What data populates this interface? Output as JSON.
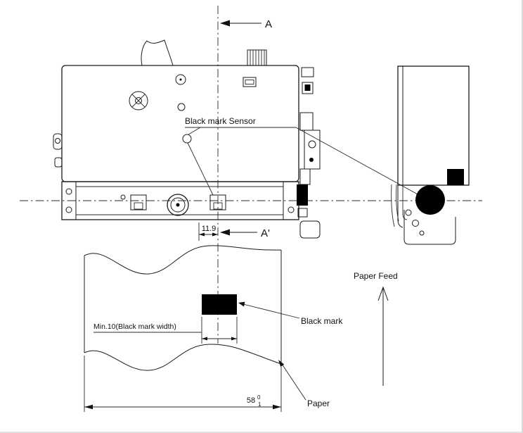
{
  "page": {
    "background": "#ffffff",
    "edge_border_color": "#d9d9d9"
  },
  "colors": {
    "line": "#1a1a1a",
    "black_fill": "#000000",
    "text": "#111111"
  },
  "labels": {
    "section_a": "A",
    "section_a_prime": "A'",
    "black_mark_sensor": "Black mark Sensor",
    "paper_feed": "Paper Feed",
    "black_mark": "Black mark",
    "paper": "Paper"
  },
  "dimensions": {
    "sensor_offset": "11.9",
    "black_mark_width": "Min.10(Black mark width)",
    "paper_width": "58",
    "paper_width_tol_upper": "0",
    "paper_width_tol_lower": "1"
  }
}
